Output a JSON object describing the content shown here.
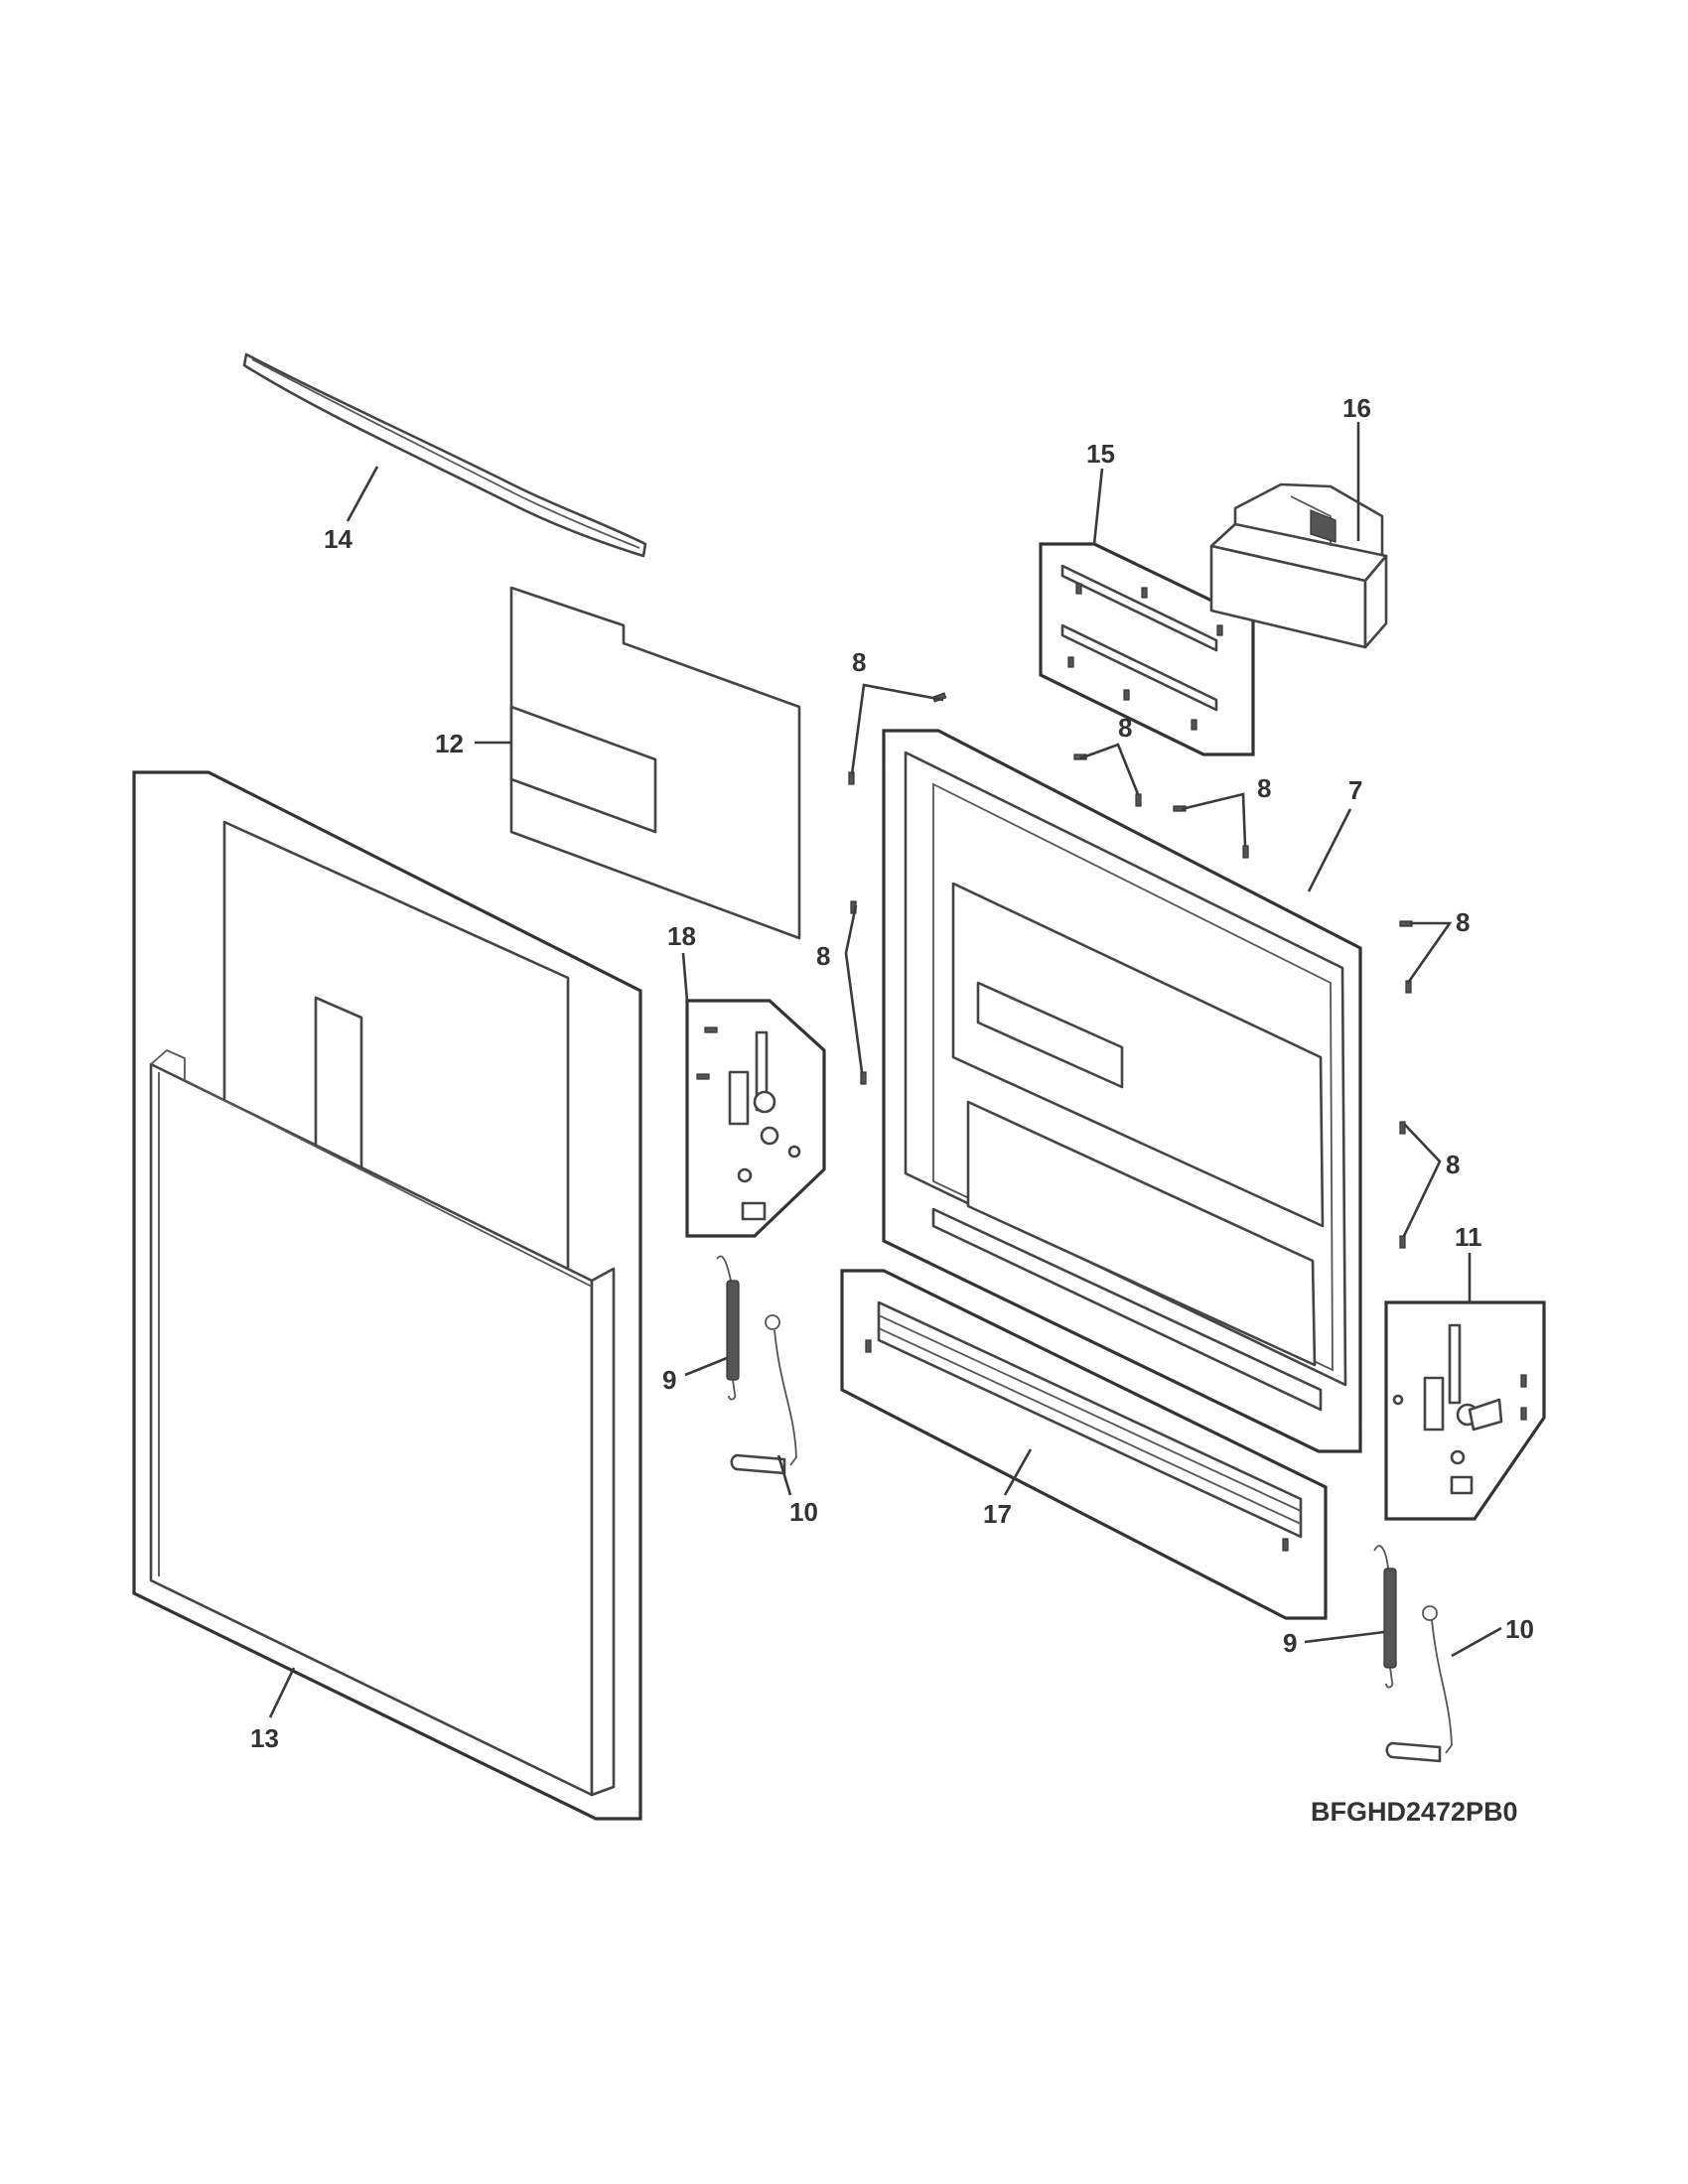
{
  "diagram": {
    "model_code": "BFGHD2472PB0",
    "callouts": {
      "7": "7",
      "8": "8",
      "9": "9",
      "10": "10",
      "11": "11",
      "12": "12",
      "13": "13",
      "14": "14",
      "15": "15",
      "16": "16",
      "17": "17",
      "18": "18"
    }
  }
}
